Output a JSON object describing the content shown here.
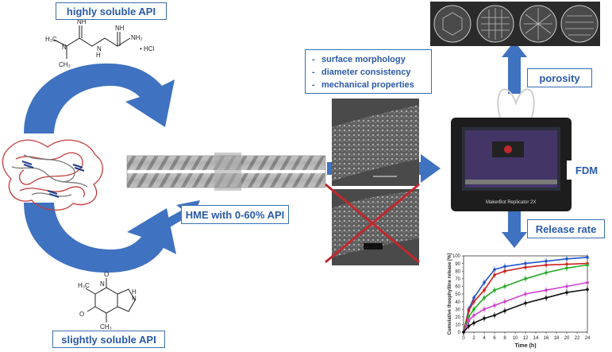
{
  "labels": {
    "highly_soluble": "highly soluble API",
    "slightly_soluble": "slightly soluble API",
    "hme": "HME with 0-60% API",
    "porosity": "porosity",
    "fdm": "FDM",
    "release_rate": "Release rate",
    "hcl": "• HCl",
    "printer_brand": "MakerBot Replicator 2X"
  },
  "properties": [
    {
      "marker": "-",
      "text": "surface morphology"
    },
    {
      "marker": "-",
      "text": "diameter consistency"
    },
    {
      "marker": "-",
      "text": "mechanical properties"
    }
  ],
  "colors": {
    "box_border": "#3a6fb0",
    "box_text": "#2a5aa8",
    "arrow_blue": "#3f72c0",
    "cross_red": "#c0282d"
  },
  "chart_data": {
    "type": "line",
    "xlabel": "Time (h)",
    "ylabel": "Cumulative theophylline release [%]",
    "xlim": [
      0,
      24
    ],
    "ylim": [
      0,
      100
    ],
    "xticks": [
      "0",
      "2",
      "4",
      "6",
      "8",
      "10",
      "12",
      "14",
      "16",
      "18",
      "20",
      "22",
      "24"
    ],
    "yticks": [
      "0",
      "10",
      "20",
      "30",
      "40",
      "50",
      "60",
      "70",
      "80",
      "90",
      "100"
    ],
    "x": [
      0,
      1,
      2,
      4,
      6,
      8,
      12,
      16,
      20,
      24
    ],
    "series": [
      {
        "color": "#2255cc",
        "values": [
          0,
          30,
          45,
          65,
          82,
          86,
          90,
          93,
          96,
          98
        ]
      },
      {
        "color": "#cc2222",
        "values": [
          0,
          28,
          40,
          55,
          75,
          80,
          85,
          88,
          89,
          90
        ]
      },
      {
        "color": "#22aa22",
        "values": [
          0,
          20,
          30,
          45,
          55,
          60,
          70,
          78,
          84,
          88
        ]
      },
      {
        "color": "#cc44cc",
        "values": [
          0,
          15,
          22,
          30,
          35,
          40,
          50,
          55,
          60,
          65
        ]
      },
      {
        "color": "#111111",
        "values": [
          0,
          8,
          12,
          18,
          22,
          28,
          38,
          45,
          52,
          56
        ]
      }
    ]
  }
}
